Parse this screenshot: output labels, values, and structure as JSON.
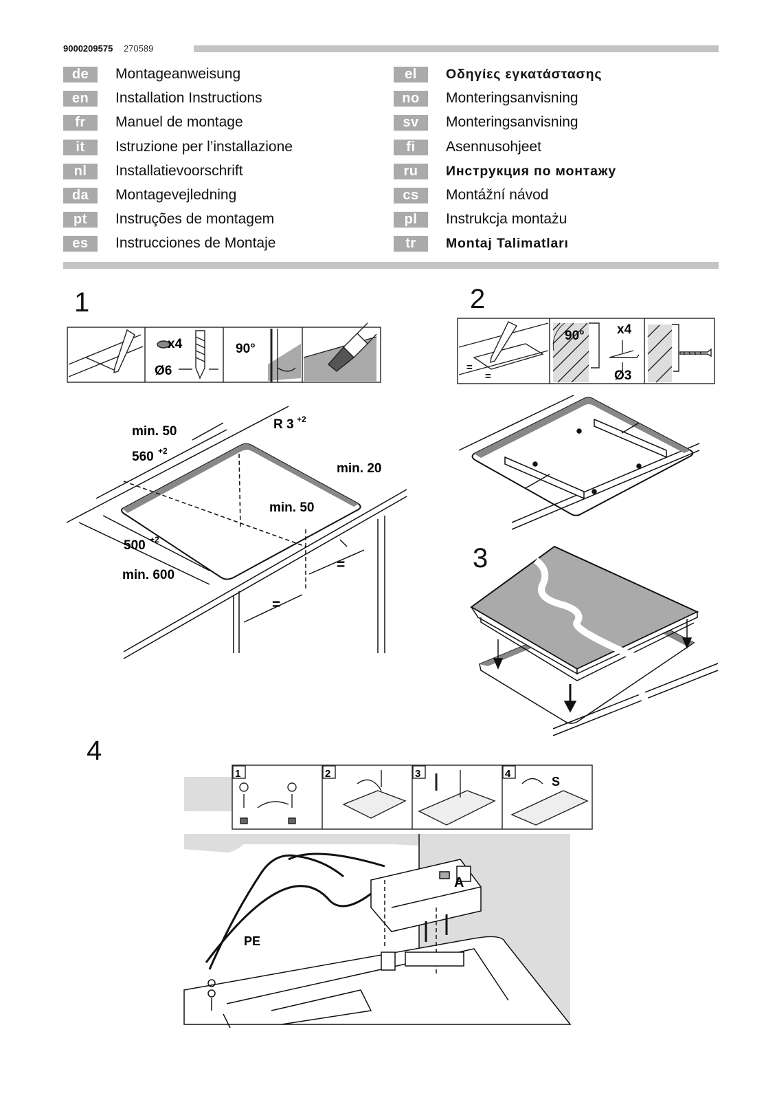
{
  "header": {
    "part_number": "9000209575",
    "date_code": "270589"
  },
  "languages_left": [
    {
      "code": "de",
      "title": "Montageanweisung"
    },
    {
      "code": "en",
      "title": "Installation Instructions"
    },
    {
      "code": "fr",
      "title": "Manuel de montage"
    },
    {
      "code": "it",
      "title": "Istruzione per l’installazione"
    },
    {
      "code": "nl",
      "title": "Installatievoorschrift"
    },
    {
      "code": "da",
      "title": "Montagevejledning"
    },
    {
      "code": "pt",
      "title": "Instruções de montagem"
    },
    {
      "code": "es",
      "title": "Instrucciones de Montaje"
    }
  ],
  "languages_right": [
    {
      "code": "el",
      "title": "Οδηγίες εγκατάστασης"
    },
    {
      "code": "no",
      "title": "Monteringsanvisning"
    },
    {
      "code": "sv",
      "title": "Monteringsanvisning"
    },
    {
      "code": "fi",
      "title": "Asennusohjeet"
    },
    {
      "code": "ru",
      "title": "Инструкция по монтажу"
    },
    {
      "code": "cs",
      "title": "Montážní návod"
    },
    {
      "code": "pl",
      "title": "Instrukcja montażu"
    },
    {
      "code": "tr",
      "title": "Montaj Talimatları"
    }
  ],
  "steps": {
    "s1": "1",
    "s2": "2",
    "s3": "3",
    "s4": "4"
  },
  "step1": {
    "screws": "x4",
    "drill": "Ø6",
    "angle": "90°",
    "dim_min50_top": "min. 50",
    "dim_r3": "R 3",
    "dim_r3_sup": "+2",
    "dim_560": "560",
    "dim_560_sup": "+2",
    "dim_min20": "min. 20",
    "dim_min50_inner": "min. 50",
    "dim_500": "500",
    "dim_500_sup": "+2",
    "dim_min600": "min. 600",
    "eq1": "=",
    "eq2": "="
  },
  "step2": {
    "angle": "90°",
    "screws": "x4",
    "drill": "Ø3",
    "eq1": "=",
    "eq2": "="
  },
  "step4": {
    "sub1": "1",
    "sub2": "2",
    "sub3": "3",
    "sub4": "4",
    "label_s": "S",
    "label_a": "A",
    "label_pe": "PE"
  }
}
